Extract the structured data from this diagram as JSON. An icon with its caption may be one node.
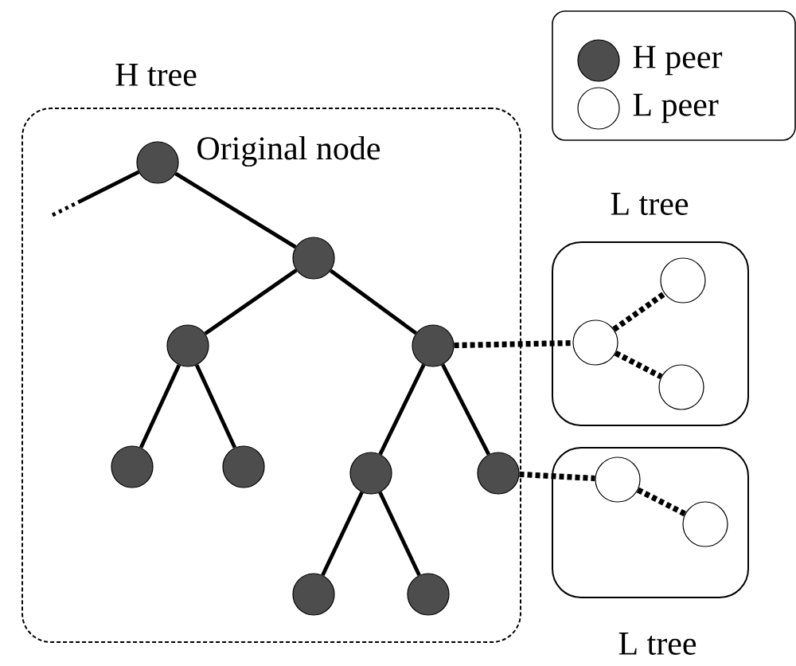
{
  "diagram": {
    "nodes": [
      {
        "text": [
          "H tree"
        ]
      },
      {
        "text": [],
        "shape": "circle",
        "in": 0,
        "beside": [
          "Original node"
        ]
      },
      {
        "text": [],
        "shape": "circle",
        "in": 0
      },
      {
        "text": [],
        "shape": "circle",
        "in": 0
      },
      {
        "text": [],
        "shape": "circle",
        "in": 0
      },
      {
        "text": [],
        "shape": "circle",
        "in": 0
      },
      {
        "text": [],
        "shape": "circle",
        "in": 0
      },
      {
        "text": [],
        "shape": "circle",
        "in": 0
      },
      {
        "text": [],
        "shape": "circle",
        "in": 0
      },
      {
        "text": [],
        "shape": "circle",
        "in": 0
      },
      {
        "text": [],
        "shape": "circle",
        "in": 0
      },
      {
        "text": [
          "L tree"
        ]
      },
      {
        "text": [],
        "shape": "circle",
        "in": 11
      },
      {
        "text": [],
        "shape": "circle",
        "in": 11
      },
      {
        "text": [],
        "shape": "circle",
        "in": 11
      },
      {
        "text": [
          "L tree"
        ]
      },
      {
        "text": [],
        "shape": "circle",
        "in": 15
      },
      {
        "text": [],
        "shape": "circle",
        "in": 15
      }
    ],
    "edges": [
      {
        "from": null,
        "to": 1,
        "arrow": "none",
        "style": "dashed"
      },
      {
        "from": 1,
        "to": 2,
        "arrow": "none"
      },
      {
        "from": 2,
        "to": 3,
        "arrow": "none"
      },
      {
        "from": 2,
        "to": 4,
        "arrow": "none"
      },
      {
        "from": 3,
        "to": 5,
        "arrow": "none"
      },
      {
        "from": 3,
        "to": 6,
        "arrow": "none"
      },
      {
        "from": 4,
        "to": 7,
        "arrow": "none"
      },
      {
        "from": 4,
        "to": 8,
        "arrow": "none"
      },
      {
        "from": 7,
        "to": 9,
        "arrow": "none"
      },
      {
        "from": 7,
        "to": 10,
        "arrow": "none"
      },
      {
        "from": 4,
        "to": 12,
        "arrow": "none",
        "style": "dashed"
      },
      {
        "from": 12,
        "to": 13,
        "arrow": "none",
        "style": "dashed"
      },
      {
        "from": 12,
        "to": 14,
        "arrow": "none",
        "style": "dashed"
      },
      {
        "from": 8,
        "to": 16,
        "arrow": "none",
        "style": "dashed"
      },
      {
        "from": 16,
        "to": 17,
        "arrow": "none",
        "style": "dashed"
      }
    ],
    "legend": [
      {
        "text": "H peer"
      },
      {
        "text": "L peer"
      }
    ]
  }
}
